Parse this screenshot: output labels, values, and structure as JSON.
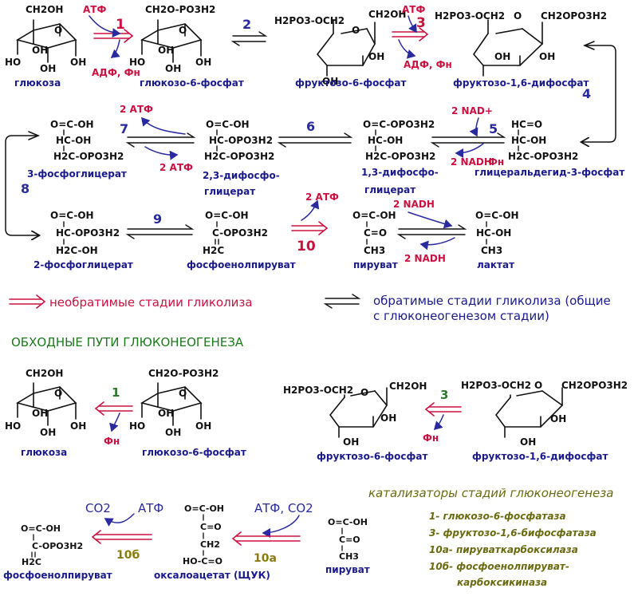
{
  "main": {
    "steps": {
      "s1": "1",
      "s2": "2",
      "s3": "3",
      "s4": "4",
      "s5": "5",
      "s6": "6",
      "s7": "7",
      "s8": "8",
      "s9": "9",
      "s10": "10"
    },
    "reagents": {
      "atf": "АТФ",
      "adf_fn": "АДФ, Фн",
      "atf2": "2 АТФ",
      "nad_plus": "2 NAD+",
      "nadh2": "2 NADH",
      "fn": "Фн"
    },
    "names": {
      "glucose": "глюкоза",
      "g6p": "глюкозо-6-фосфат",
      "f6p": "фруктозо-6-фосфат",
      "f16dp": "фруктозо-1,6-дифосфат",
      "gap": "глицеральдегид-3-фосфат",
      "bpg13_a": "1,3-дифосфо-",
      "bpg13_b": "глицерат",
      "bpg23_a": "2,3-дифосфо-",
      "bpg23_b": "глицерат",
      "pg3": "3-фосфоглицерат",
      "pg2": "2-фосфоглицерат",
      "pep": "фосфоенолпируват",
      "pyruvate": "пируват",
      "lactate": "лактат",
      "oaa": "оксалоацетат (ЩУК)"
    },
    "chem": {
      "ch2oh": "CH2OH",
      "ch2o_po3h2": "CH2O-PO3H2",
      "h2po3_och2": "H2PO3-OCH2",
      "ch2opo3h2": "CH2OPO3H2",
      "o": "O",
      "oh": "OH",
      "ho": "HO",
      "hc_o": "HC=O",
      "hc_oh": "HC-OH",
      "h2c_opo3h2": "H2C-OPO3H2",
      "o_c_opo3h2": "O=C-OPO3H2",
      "o_c_oh": "O=C-OH",
      "hc_opo3h2": "HC-OPO3H2",
      "h2c_oh": "H2C-OH",
      "c_opo3h2": "C-OPO3H2",
      "h2c": "H2C",
      "c_o": "C=O",
      "ch3": "CH3",
      "ch2": "CH2",
      "ho_c_o": "HO-C=O"
    },
    "legend": {
      "irreversible": "необратимые стадии гликолиза",
      "reversible_a": "обратимые стадии гликолиза (общие",
      "reversible_b": "с глюконеогенезом стадии)"
    },
    "bypass_title": "ОБХОДНЫЕ ПУТИ ГЛЮКОНЕОГЕНЕЗА",
    "bypass": {
      "b1": "1",
      "b3": "3",
      "b10a": "10а",
      "b10b": "10б",
      "co2": "CO2",
      "atf": "АТФ",
      "atf_co2": "АТФ, CO2",
      "fn": "Фн"
    },
    "catalysts": {
      "heading": "катализаторы стадий глюконеогенеза",
      "c1": "1- глюкозо-6-фосфатаза",
      "c3": "3- фруктозо-1,6-бифосфатаза",
      "c10a": "10а- пируваткарбоксилаза",
      "c10b_a": "10б- фосфоенолпируват-",
      "c10b_b": "карбоксикиназа"
    },
    "colors": {
      "irreversible": "#cc1040",
      "reversible": "#1a1a8c",
      "names": "#1a1a8c",
      "bypass_title": "#1a7a1a",
      "catalysts": "#6a6a10"
    }
  }
}
